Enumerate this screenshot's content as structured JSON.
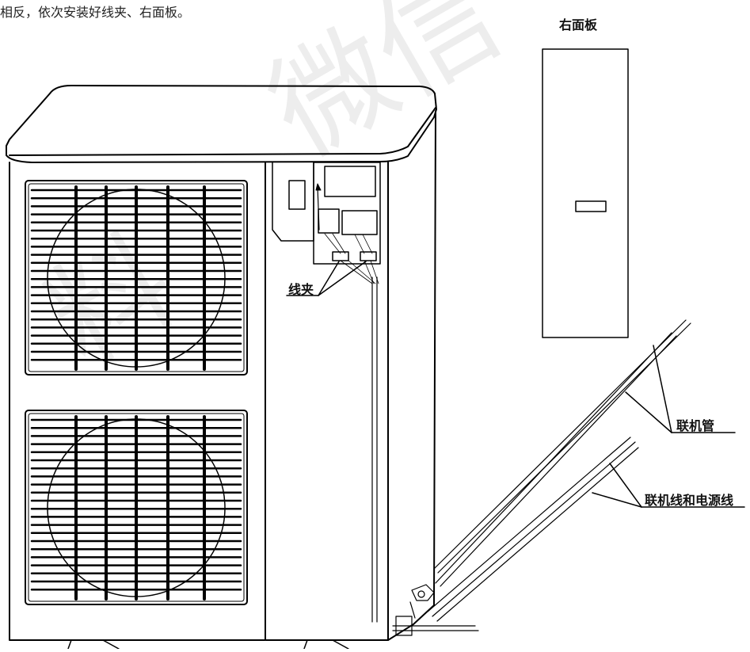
{
  "instruction_text": "相反，依次安装好线夹、右面板。",
  "labels": {
    "right_panel": "右面板",
    "wire_clip": "线夹",
    "connecting_pipe": "联机管",
    "connecting_and_power_cable": "联机线和电源线"
  }
}
